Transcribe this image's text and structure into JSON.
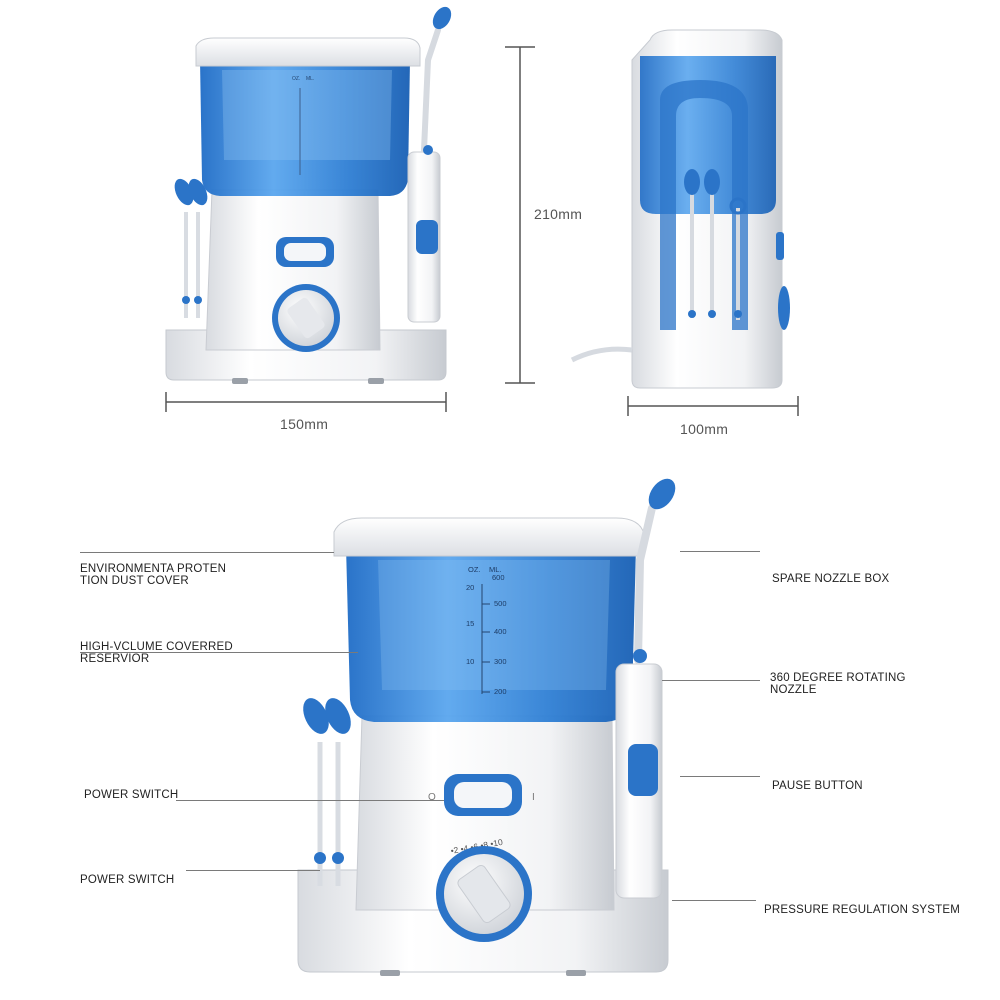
{
  "dimensions": {
    "width_front": "150mm",
    "height": "210mm",
    "depth_side": "100mm"
  },
  "scale": {
    "units_oz": "OZ.",
    "units_ml": "ML.",
    "oz_marks": [
      "20",
      "15",
      "10"
    ],
    "ml_marks": [
      "600",
      "500",
      "400",
      "300",
      "200"
    ]
  },
  "control_marks": {
    "switch_off": "O",
    "switch_on": "I",
    "pressure_steps": "•2 •4 •6 •8 •10"
  },
  "callouts": {
    "dust_cover_line1": "ENVIRONMENTA PROTEN",
    "dust_cover_line2": "TION DUST COVER",
    "reservoir_line1": "HIGH-VCLUME COVERRED",
    "reservoir_line2": "RESERVIOR",
    "power_switch_1": "POWER SWITCH",
    "power_switch_2": "POWER SWITCH",
    "spare_nozzle": "SPARE NOZZLE BOX",
    "rotating_line1": "360 DEGREE ROTATING",
    "rotating_line2": "NOZZLE",
    "pause": "PAUSE BUTTON",
    "pressure": "PRESSURE REGULATION SYSTEM"
  },
  "colors": {
    "reservoir_blue": "#2f7fd4",
    "accent_blue": "#1f6fc7",
    "body_white": "#f3f4f6",
    "shadow_gray": "#c9ccd2"
  }
}
